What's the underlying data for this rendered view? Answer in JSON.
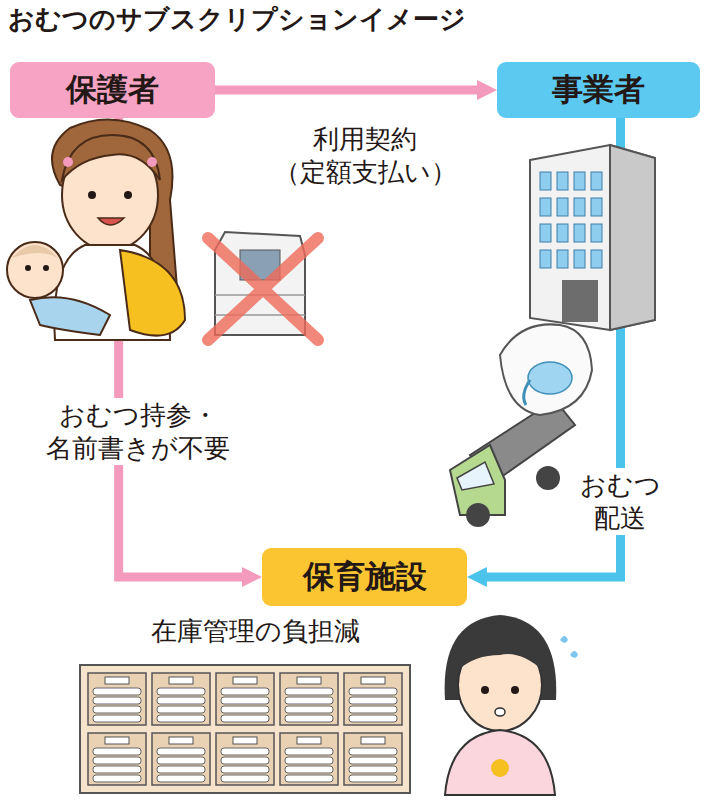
{
  "diagram": {
    "title": "おむつのサブスクリプションイメージ",
    "nodes": [
      {
        "text": [
          "保護者"
        ]
      },
      {
        "text": [
          "事業者"
        ]
      },
      {
        "text": [
          "保育施設"
        ]
      }
    ],
    "edges": [
      {
        "from": 0,
        "to": 1,
        "arrow": "to",
        "label": "利用契約 （定額支払い）"
      },
      {
        "from": 0,
        "to": 2,
        "arrow": "to",
        "label": "おむつ持参・ 名前書きが不要"
      },
      {
        "from": 1,
        "to": 2,
        "arrow": "to",
        "label": "おむつ 配送"
      }
    ],
    "labels": [
      "在庫管理の負担減"
    ]
  }
}
